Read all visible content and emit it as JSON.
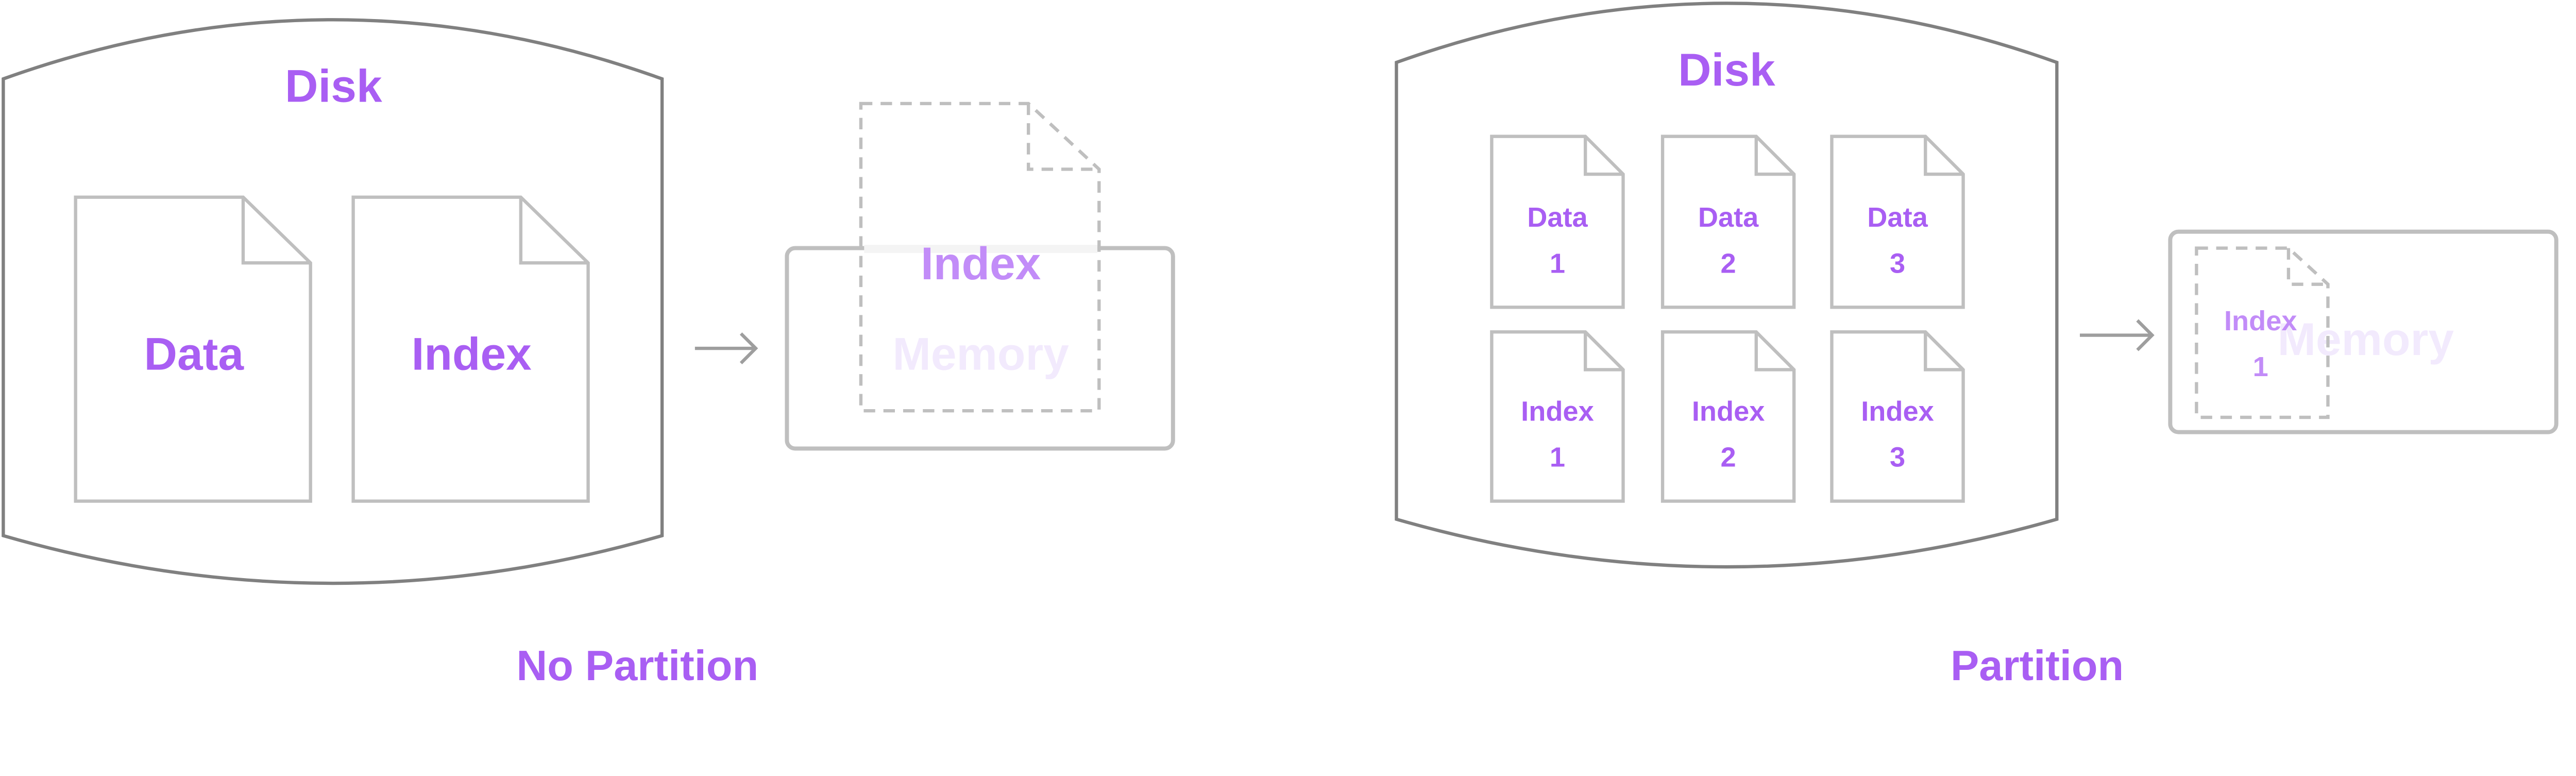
{
  "colors": {
    "label_purple": "#a95ef3",
    "loaded_purple": "#c28cf8",
    "memory_label": "#f2eafd",
    "disk_stroke": "#808080",
    "file_stroke": "#bfbfbf",
    "arrow": "#9e9e9e"
  },
  "left": {
    "disk_label": "Disk",
    "files": [
      "Data",
      "Index"
    ],
    "memory_label": "Memory",
    "loaded_file": "Index",
    "caption": "No Partition"
  },
  "right": {
    "disk_label": "Disk",
    "files": [
      {
        "name": "Data",
        "num": "1"
      },
      {
        "name": "Data",
        "num": "2"
      },
      {
        "name": "Data",
        "num": "3"
      },
      {
        "name": "Index",
        "num": "1"
      },
      {
        "name": "Index",
        "num": "2"
      },
      {
        "name": "Index",
        "num": "3"
      }
    ],
    "memory_label": "Memory",
    "loaded_file": {
      "name": "Index",
      "num": "1"
    },
    "caption": "Partition"
  }
}
